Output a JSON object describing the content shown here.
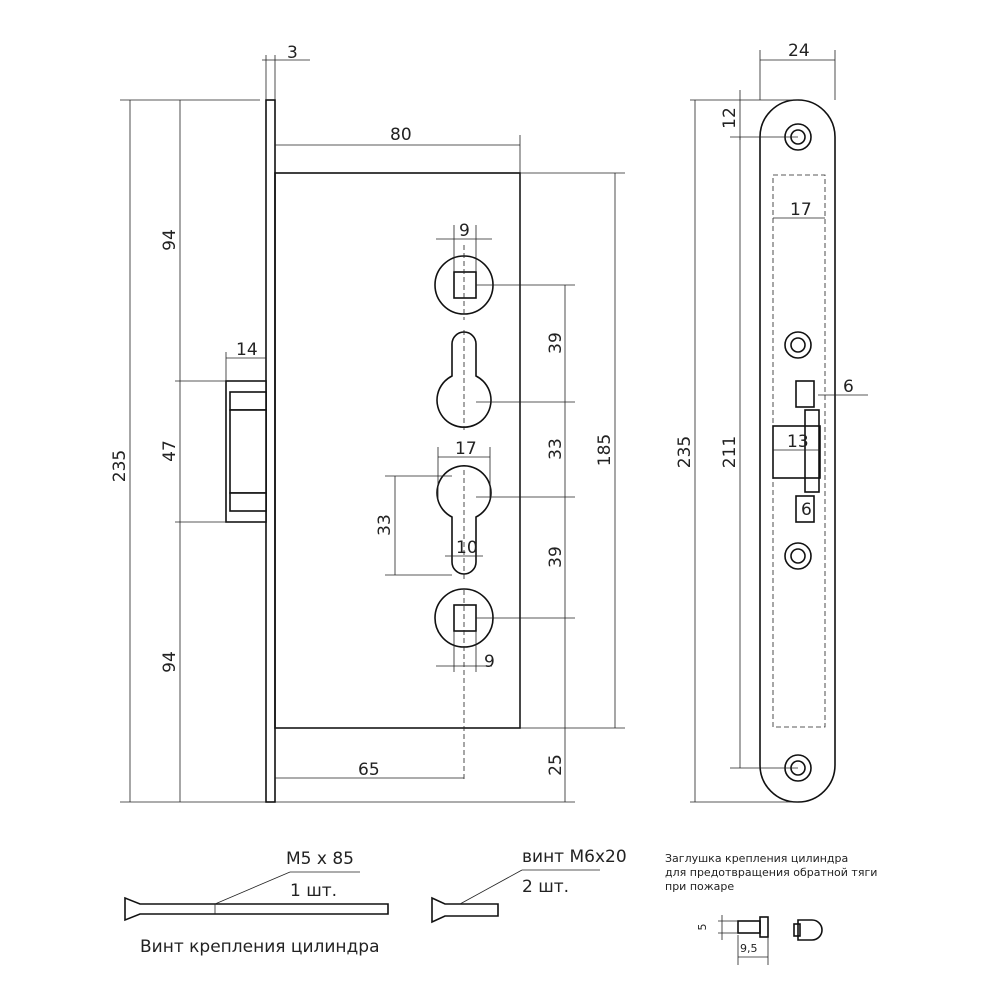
{
  "dims": {
    "faceplate_thickness": "3",
    "body_depth": "80",
    "height_total_left": "235",
    "upper_to_bolt": "94",
    "bolt_height": "47",
    "lower_from_bolt": "94",
    "bolt_projection": "14",
    "square_hole_top": "9",
    "cylinder_upper_spacing": "39",
    "backset_mid": "33",
    "body_height": "185",
    "cylinder_width": "17",
    "cylinder_height": "33",
    "cylinder_pin": "10",
    "cylinder_lower_spacing": "39",
    "square_hole_bottom": "9",
    "backset": "65",
    "bottom_offset": "25",
    "faceplate_width": "24",
    "screw_hole_offset": "12",
    "faceplate_inner_width": "17",
    "latch_projection": "6",
    "latch_width": "13",
    "hole_spacing": "211",
    "height_total_right": "235",
    "aux_latch": "6"
  },
  "parts": {
    "screw_long_size": "M5 x 85",
    "screw_long_qty": "1 шт.",
    "screw_long_caption": "Винт крепления цилиндра",
    "screw_short_size": "винт M6x20",
    "screw_short_qty": "2 шт.",
    "plug_note_line1": "Заглушка крепления цилиндра",
    "plug_note_line2": "для предотвращения обратной тяги",
    "plug_note_line3": "при пожаре",
    "plug_dim_height": "5",
    "plug_dim_length": "9,5"
  }
}
